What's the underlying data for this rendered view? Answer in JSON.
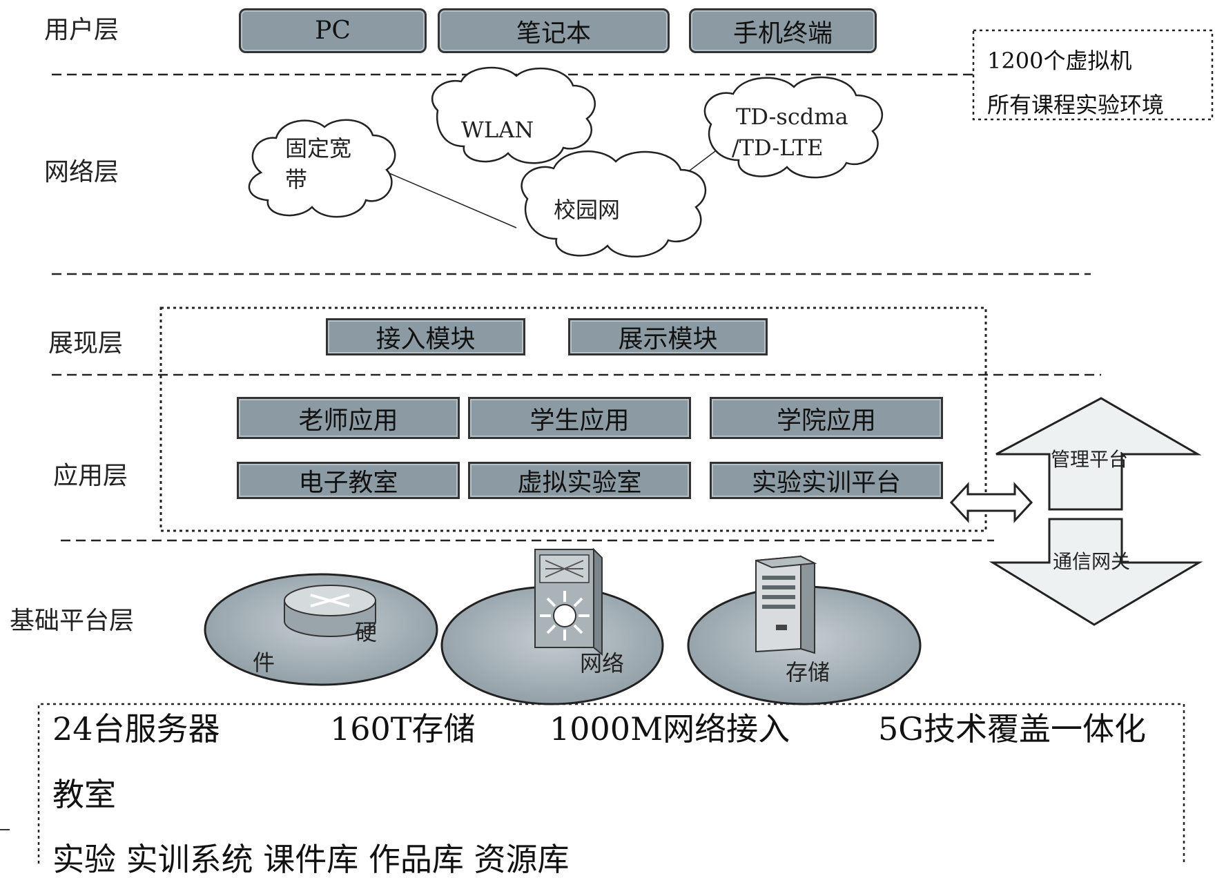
{
  "layers": {
    "user": "用户层",
    "network": "网络层",
    "presentation": "展现层",
    "application": "应用层",
    "infrastructure": "基础平台层"
  },
  "user_devices": [
    "PC",
    "笔记本",
    "手机终端"
  ],
  "vm_note": {
    "line1": "1200个虚拟机",
    "line2": "所有课程实验环境"
  },
  "network_clouds": {
    "broadband_line1": "固定宽",
    "broadband_line2": "带",
    "wlan": "WLAN",
    "td_line1": "TD-scdma",
    "td_line2": "/TD-LTE",
    "campus": "校园网"
  },
  "presentation_modules": [
    "接入模块",
    "展示模块"
  ],
  "application_modules": {
    "row1": [
      "老师应用",
      "学生应用",
      "学院应用"
    ],
    "row2": [
      "电子教室",
      "虚拟实验室",
      "实验实训平台"
    ]
  },
  "side_arrows": {
    "management": "管理平台",
    "gateway": "通信网关"
  },
  "infrastructure": {
    "hardware_a": "硬",
    "hardware_b": "件",
    "network": "网络",
    "storage": "存储"
  },
  "capacity": {
    "servers": "24台服务器",
    "storage": "160T存储",
    "network": "1000M网络接入",
    "coverage": "5G技术覆盖一体化",
    "classroom": "教室",
    "systems": "实验 实训系统  课件库  作品库  资源库"
  },
  "icons": [
    "router-icon",
    "switch-icon",
    "server-icon"
  ],
  "colors": {
    "chip_fill": "#8c9aa3",
    "arrow_fill": "#eef1f2",
    "ellipse_fill": "#a3b0b7"
  }
}
